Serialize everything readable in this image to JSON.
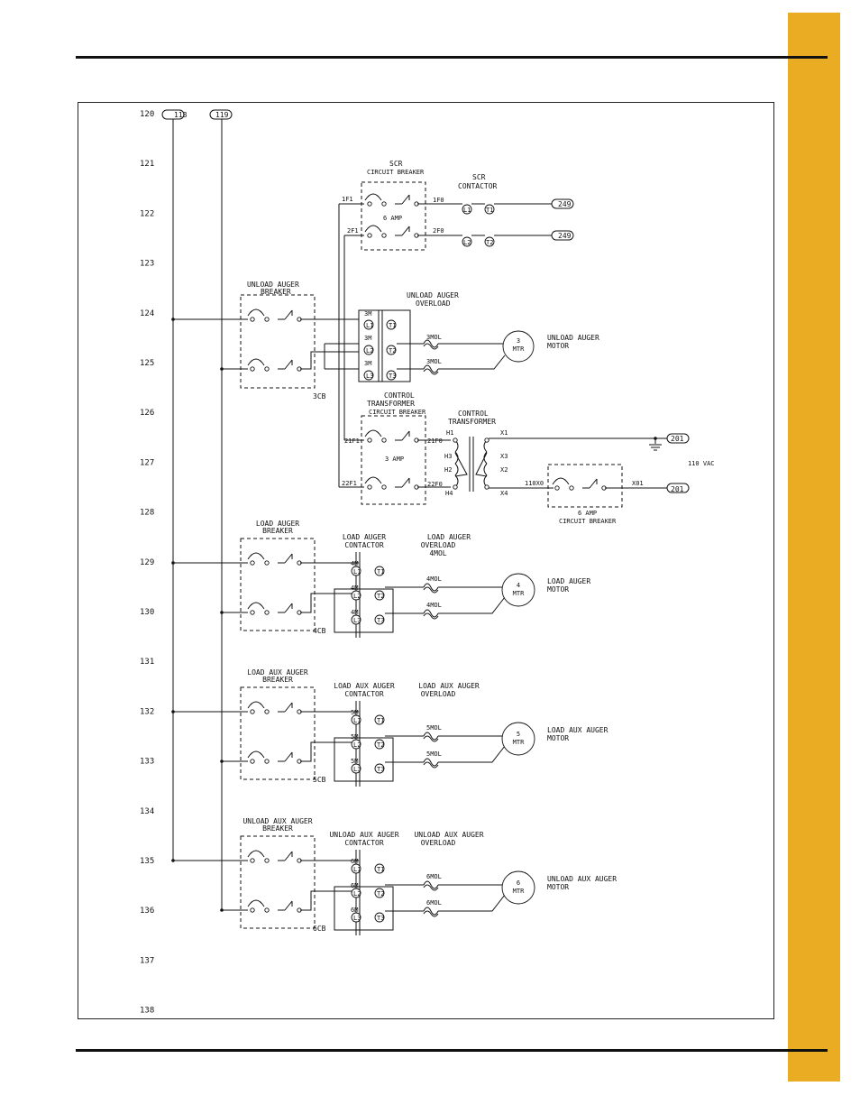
{
  "colors": {
    "accent": "#e9ac22",
    "ink": "#111111"
  },
  "line_numbers": [
    "120",
    "121",
    "122",
    "123",
    "124",
    "125",
    "126",
    "127",
    "128",
    "129",
    "130",
    "131",
    "132",
    "133",
    "134",
    "135",
    "136",
    "137",
    "138"
  ],
  "wires": {
    "w118": "118",
    "w119": "119",
    "w249a": "249",
    "w249b": "249",
    "w201a": "201",
    "w201b": "201"
  },
  "scr": {
    "breaker_title": "SCR",
    "breaker_subtitle": "CIRCUIT BREAKER",
    "breaker_amp": "6 AMP",
    "contactor_title1": "SCR",
    "contactor_title2": "CONTACTOR",
    "in1": "1F1",
    "in2": "2F1",
    "out1": "1F0",
    "out2": "2F0",
    "l1": "L1",
    "l2": "L2",
    "t1": "T1",
    "t2": "T2"
  },
  "unload": {
    "breaker_title1": "UNLOAD AUGER",
    "breaker_title2": "BREAKER",
    "breaker_id": "3CB",
    "overload_title1": "UNLOAD AUGER",
    "overload_title2": "OVERLOAD",
    "coil": "3M",
    "mol": "3MOL",
    "motor_num": "3",
    "motor_label": "MTR",
    "motor_desc1": "UNLOAD AUGER",
    "motor_desc2": "MOTOR"
  },
  "control": {
    "breaker_title1": "CONTROL",
    "breaker_title2": "TRANSFORMER",
    "breaker_title3": "CIRCUIT BREAKER",
    "breaker_amp": "3 AMP",
    "in1": "21F1",
    "in2": "22F1",
    "out1": "21F0",
    "out2": "22F0",
    "xfmr_title1": "CONTROL",
    "xfmr_title2": "TRANSFORMER",
    "h1": "H1",
    "h2": "H2",
    "h3": "H3",
    "h4": "H4",
    "x1": "X1",
    "x2": "X2",
    "x3": "X3",
    "x4": "X4",
    "vac": "110 VAC",
    "fuse_in": "110X0",
    "fuse_out": "X01",
    "cb_amp": "6 AMP",
    "cb_label": "CIRCUIT BREAKER"
  },
  "terminals": {
    "l1": "L1",
    "l2": "L2",
    "l3": "L3",
    "t1": "T1",
    "t2": "T2",
    "t3": "T3"
  },
  "load": {
    "breaker_title1": "LOAD AUGER",
    "breaker_title2": "BREAKER",
    "breaker_id": "4CB",
    "contactor_title1": "LOAD AUGER",
    "contactor_title2": "CONTACTOR",
    "overload_title1": "LOAD AUGER",
    "overload_title2": "OVERLOAD",
    "overload_title3": "4MOL",
    "coil": "4M",
    "mol": "4MOL",
    "motor_num": "4",
    "motor_label": "MTR",
    "motor_desc1": "LOAD AUGER",
    "motor_desc2": "MOTOR"
  },
  "load_aux": {
    "breaker_title1": "LOAD AUX AUGER",
    "breaker_title2": "BREAKER",
    "breaker_id": "5CB",
    "contactor_title1": "LOAD AUX AUGER",
    "contactor_title2": "CONTACTOR",
    "overload_title1": "LOAD AUX AUGER",
    "overload_title2": "OVERLOAD",
    "coil": "5M",
    "mol": "5MOL",
    "motor_num": "5",
    "motor_label": "MTR",
    "motor_desc1": "LOAD AUX AUGER",
    "motor_desc2": "MOTOR"
  },
  "unload_aux": {
    "breaker_title1": "UNLOAD AUX AUGER",
    "breaker_title2": "BREAKER",
    "breaker_id": "6CB",
    "contactor_title1": "UNLOAD AUX AUGER",
    "contactor_title2": "CONTACTOR",
    "overload_title1": "UNLOAD AUX AUGER",
    "overload_title2": "OVERLOAD",
    "coil": "6M",
    "mol": "6MOL",
    "motor_num": "6",
    "motor_label": "MTR",
    "motor_desc1": "UNLOAD AUX AUGER",
    "motor_desc2": "MOTOR"
  }
}
